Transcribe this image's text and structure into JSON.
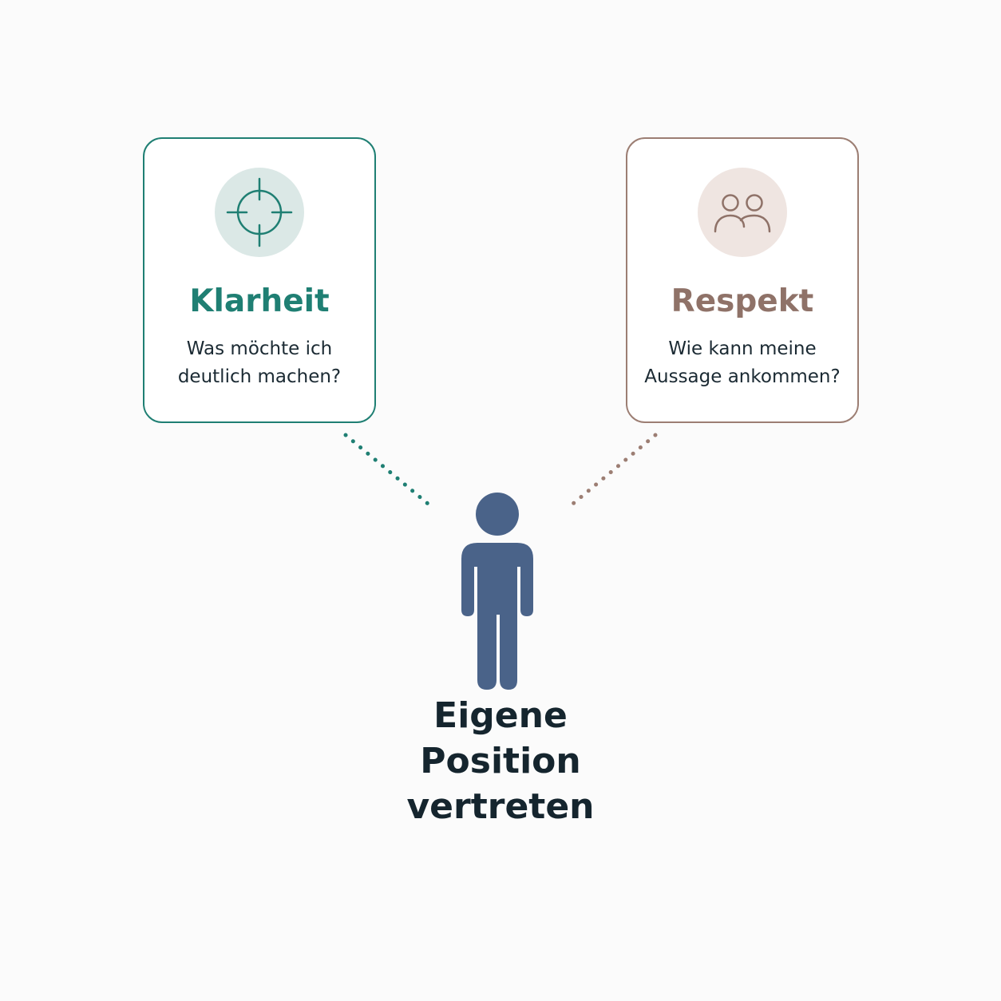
{
  "cards": [
    {
      "title": "Klarheit",
      "text_lines": [
        "Was möchte ich",
        "deutlich machen?"
      ],
      "icon": "crosshair-target-icon",
      "accent": "#1f7f73"
    },
    {
      "title": "Respekt",
      "text_lines": [
        "Wie kann meine",
        "Aussage ankommen?"
      ],
      "icon": "two-people-icon",
      "accent": "#9c7e73"
    }
  ],
  "center": {
    "figure": "person-icon",
    "figure_color": "#4a6389",
    "label_lines": [
      "Eigene",
      "Position",
      "vertreten"
    ]
  }
}
